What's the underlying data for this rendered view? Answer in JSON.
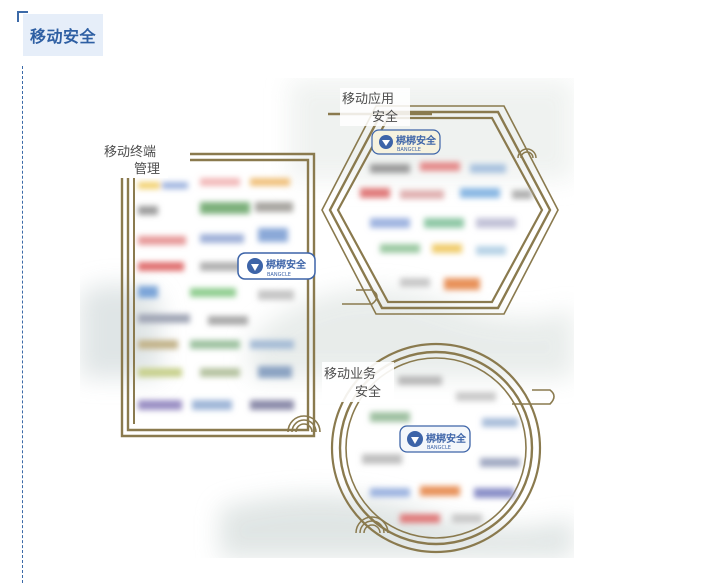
{
  "section": {
    "title": "移动安全"
  },
  "figure": {
    "terminal": {
      "line1": "移动终端",
      "line2": "管理"
    },
    "app": {
      "line1": "移动应用",
      "line2": "安全"
    },
    "business": {
      "line1": "移动业务",
      "line2": "安全"
    },
    "brand": {
      "name": "梆梆安全",
      "sub": "BANGCLE"
    }
  },
  "colors": {
    "heading_bg": "#e6eef9",
    "heading_text": "#2e5fa3",
    "frame_gold": "#8a7a4e",
    "badge_blue": "#3d64a8"
  }
}
